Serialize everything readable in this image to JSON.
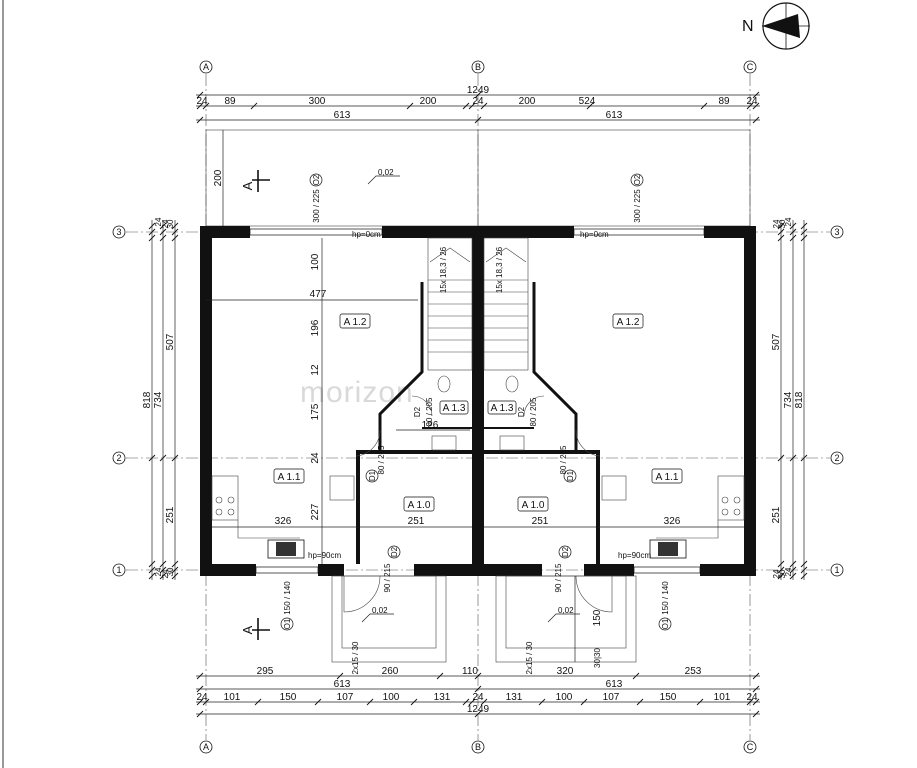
{
  "north": {
    "label": "N"
  },
  "watermark": "morizon",
  "axes": {
    "columns": [
      "A",
      "B",
      "C"
    ],
    "rows": [
      "1",
      "2",
      "3"
    ]
  },
  "top_dims": {
    "overall": "1249",
    "row1": [
      "24",
      "89",
      "300",
      "200",
      "24",
      "200",
      "524",
      "89",
      "24"
    ],
    "row2": [
      "613",
      "613"
    ]
  },
  "bottom_dims": {
    "row0": [
      "295",
      "260",
      "110",
      "320",
      "253"
    ],
    "row1": [
      "613",
      "613"
    ],
    "row2": [
      "24",
      "101",
      "150",
      "107",
      "100",
      "131",
      "24",
      "131",
      "100",
      "107",
      "150",
      "101",
      "24"
    ],
    "overall": "1249"
  },
  "left_dims": {
    "outer": "818",
    "mid": "734",
    "upper": "507",
    "lower": "251",
    "top_small": [
      "24",
      "30",
      "24"
    ],
    "bottom_small": [
      "24",
      "30",
      "24"
    ]
  },
  "right_dims": {
    "outer": "818",
    "mid": "734",
    "upper": "507",
    "lower": "251",
    "top_small": [
      "24",
      "30",
      "24"
    ],
    "bottom_small": [
      "24",
      "30",
      "24"
    ]
  },
  "interior_dims": {
    "terrace_depth": "200",
    "v_100": "100",
    "v_196": "196",
    "v_175": "175",
    "v_24": "24",
    "v_227": "227",
    "h_477": "477",
    "h_326_left": "326",
    "h_326_right": "326",
    "h_251_left": "251",
    "h_251_right": "251",
    "h_126": "126",
    "v_12": "12",
    "v_150": "150",
    "v_30_30": "30|30"
  },
  "rooms": {
    "a10_left": "A 1.0",
    "a10_right": "A 1.0",
    "a11_left": "A 1.1",
    "a11_right": "A 1.1",
    "a12_left": "A 1.2",
    "a12_right": "A 1.2",
    "a13_left": "A 1.3",
    "a13_right": "A 1.3"
  },
  "levels": {
    "top": "0,02",
    "entry_left": "0,02",
    "entry_right": "0,02"
  },
  "openings": {
    "o2_top_left": "O2",
    "o2_top_left_dims": "300 / 225",
    "o2_top_right": "O2",
    "o2_top_right_dims": "300 / 225",
    "o1_left": "O1",
    "o1_left_dims": "150 / 140",
    "o1_right": "O1",
    "o1_right_dims": "150 / 140",
    "d2_left": "D2",
    "d2_left_dims": "90 / 215",
    "d2_right": "D2",
    "d2_right_dims": "90 / 215",
    "d1_left": "D1",
    "d1_left_dims": "80 / 205",
    "d1_right": "D1",
    "d1_right_dims": "80 / 205",
    "dd_left": "D2",
    "dd_left_dims": "80 / 205",
    "dd_right": "D2",
    "dd_right_dims": "80 / 205"
  },
  "stairs": {
    "left": "15x 18,3 / 26",
    "right": "15x 18,3 / 26"
  },
  "steps": {
    "left": "2x15 / 30",
    "right": "2x15 / 30"
  },
  "hp": {
    "top_left": "hp=0cm",
    "top_right": "hp=0cm",
    "bottom_left": "hp=90cm",
    "bottom_right": "hp=90cm"
  },
  "section_marks": {
    "top": "A",
    "bottom": "A"
  }
}
